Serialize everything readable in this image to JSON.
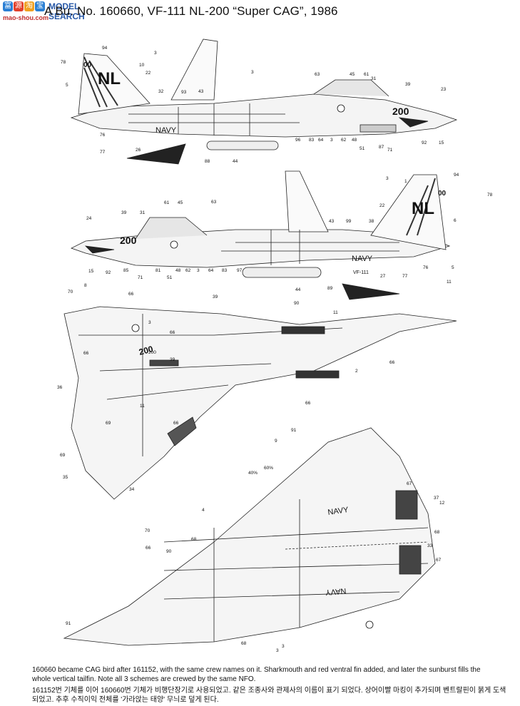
{
  "header": {
    "title": "A Bu. No. 160660, VF-111 NL-200 “Super CAG”, 1986"
  },
  "watermark": {
    "logo_chars": [
      "富",
      "源",
      "淘",
      "宝"
    ],
    "site_name": "MODEL SEARCH",
    "url": "mao-shou.com"
  },
  "markings": {
    "tail_code": "NL",
    "tail_modex": "00",
    "nose_modex": "200",
    "navy": "NAVY",
    "squadron": "VF-111",
    "bureau": "60660"
  },
  "callouts": {
    "side_left": [
      "94",
      "78",
      "3",
      "10",
      "22",
      "5",
      "32",
      "93",
      "43",
      "3",
      "63",
      "45",
      "61",
      "31",
      "39",
      "23",
      "76",
      "77",
      "26",
      "88",
      "44",
      "96",
      "83",
      "64",
      "3",
      "62",
      "48",
      "51",
      "87",
      "71",
      "92",
      "15"
    ],
    "side_right": [
      "1",
      "94",
      "78",
      "3",
      "22",
      "6",
      "24",
      "39",
      "31",
      "45",
      "61",
      "63",
      "43",
      "99",
      "38",
      "15",
      "92",
      "85",
      "71",
      "81",
      "51",
      "48",
      "62",
      "3",
      "64",
      "83",
      "97",
      "44",
      "89",
      "27",
      "77",
      "76",
      "5",
      "11"
    ],
    "top": [
      "70",
      "8",
      "66",
      "3",
      "66",
      "90",
      "11",
      "66",
      "36",
      "200",
      "39",
      "66",
      "2",
      "11",
      "69",
      "66",
      "91",
      "69",
      "35",
      "34",
      "66",
      "39",
      "4",
      "66",
      "70",
      "9",
      "40%",
      "60%"
    ],
    "bottom": [
      "67",
      "37",
      "12",
      "68",
      "90",
      "68",
      "33",
      "67",
      "91",
      "68",
      "3",
      "3"
    ]
  },
  "captions": {
    "english": "160660 became CAG bird after 161152, with the same crew names on it. Sharkmouth and red ventral fin added, and later the sunburst fills the whole vertical tailfin. Note all 3 schemes are crewed by the same NFO.",
    "korean": "161152번 기체를 이어 160660번 기체가 비행단장기로 사용되었고. 같은 조종사와 관제사의 이름이 표기 되었다. 상어이빨 마킹이 추가되며 벤트랄핀이 붉게 도색되었고. 추후 수직이익 전체를 '가라앉는 태양' 무늬로 덮게 된다."
  },
  "colors": {
    "line": "#222222",
    "shade": "#d8d8d8",
    "dark": "#333333",
    "triangle": "#111111"
  }
}
